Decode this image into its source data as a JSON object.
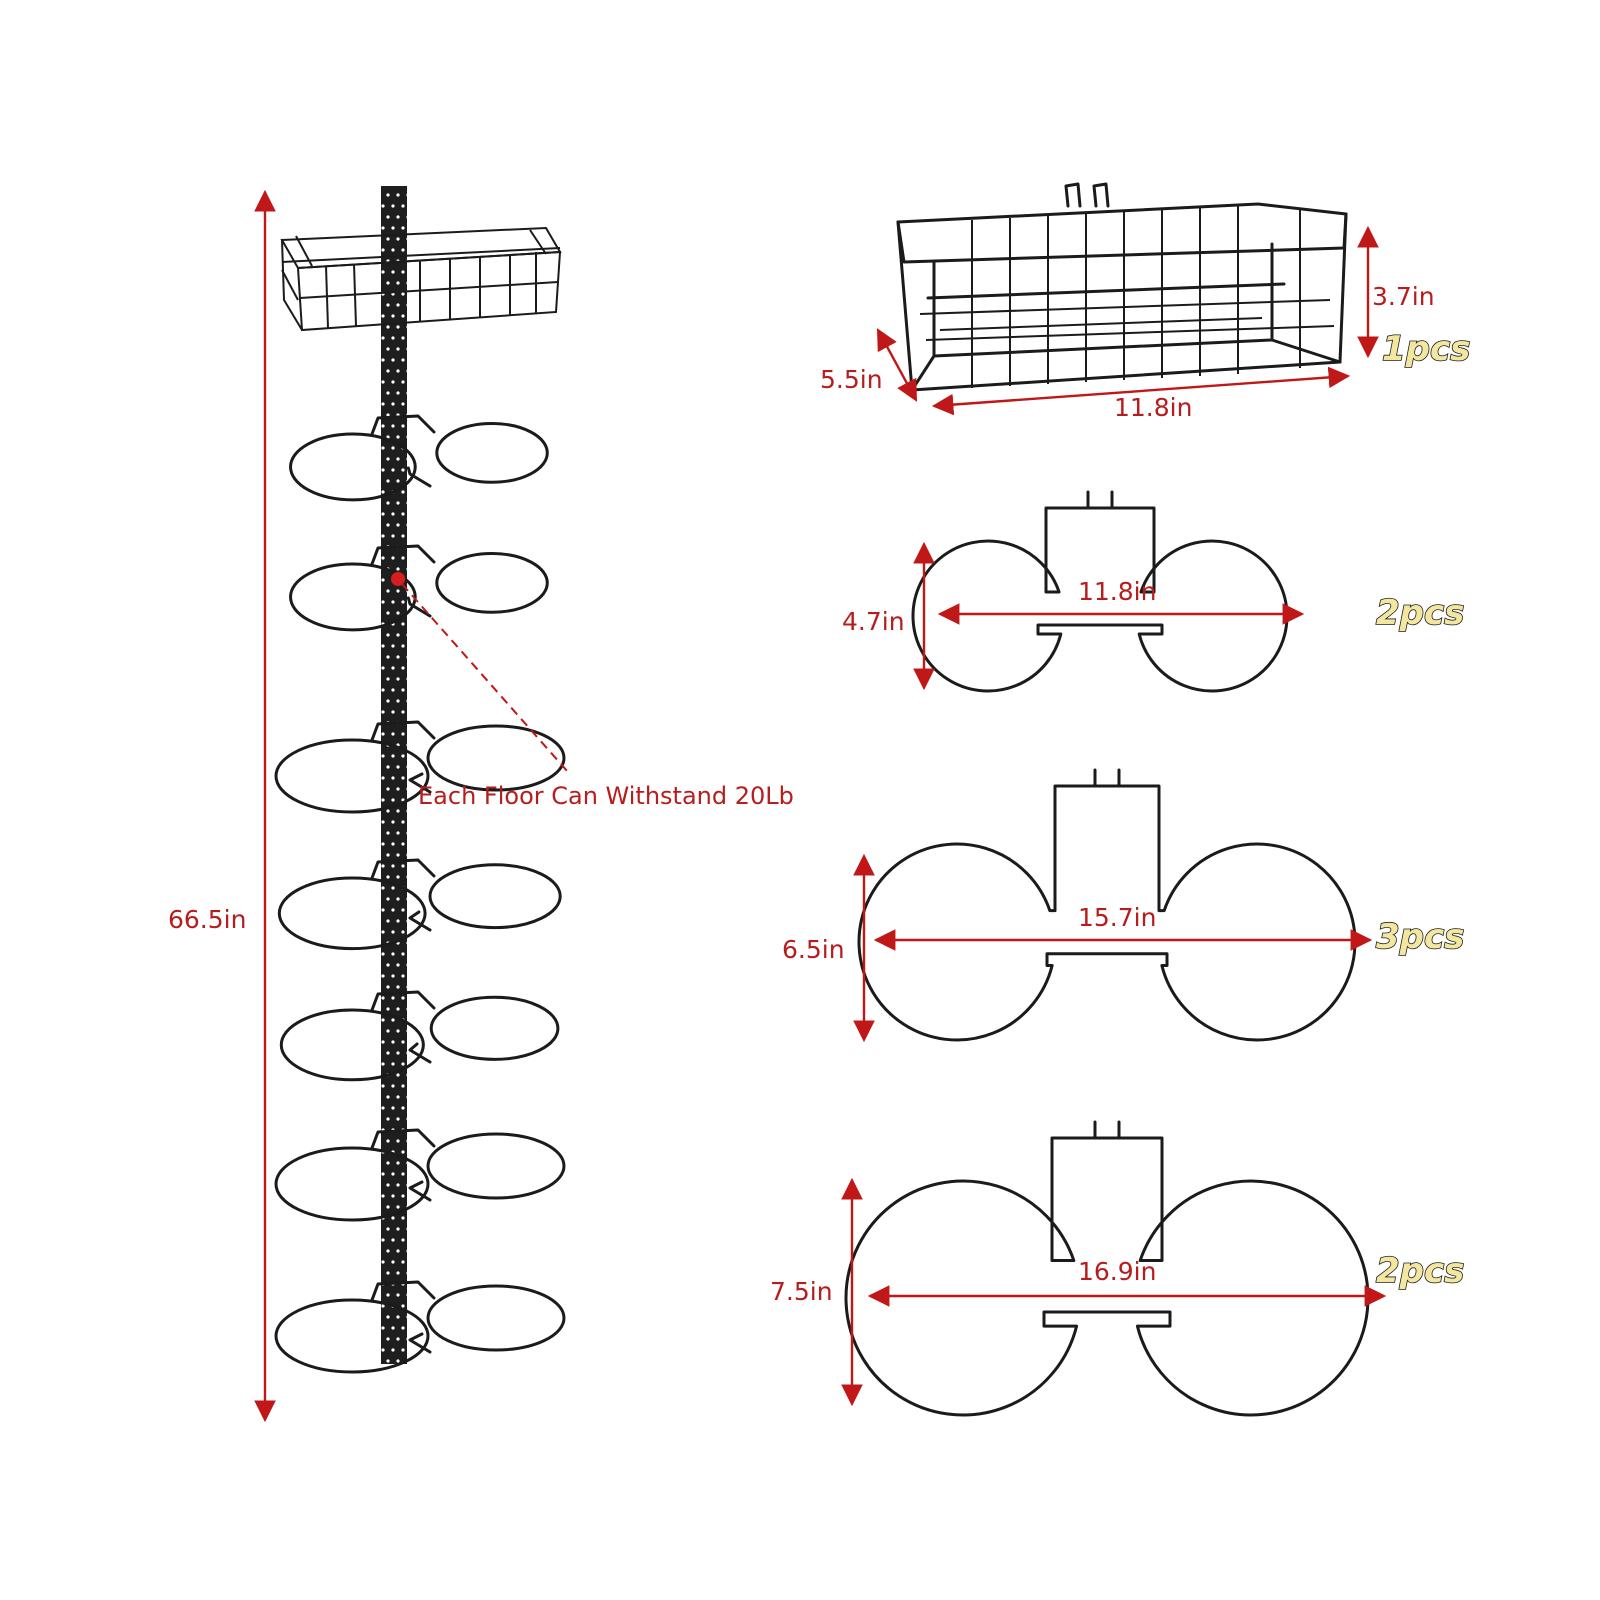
{
  "colors": {
    "dimension": "#b81d1d",
    "wire": "#1b1b1b",
    "quantity_fill": "#f3e7a0"
  },
  "tower": {
    "height_label": "66.5in",
    "callout": "Each Floor Can Withstand 20Lb"
  },
  "basket": {
    "height_label": "3.7in",
    "depth_label": "5.5in",
    "width_label": "11.8in",
    "quantity": "1pcs"
  },
  "holders": [
    {
      "height_label": "4.7in",
      "width_label": "11.8in",
      "quantity": "2pcs"
    },
    {
      "height_label": "6.5in",
      "width_label": "15.7in",
      "quantity": "3pcs"
    },
    {
      "height_label": "7.5in",
      "width_label": "16.9in",
      "quantity": "2pcs"
    }
  ]
}
